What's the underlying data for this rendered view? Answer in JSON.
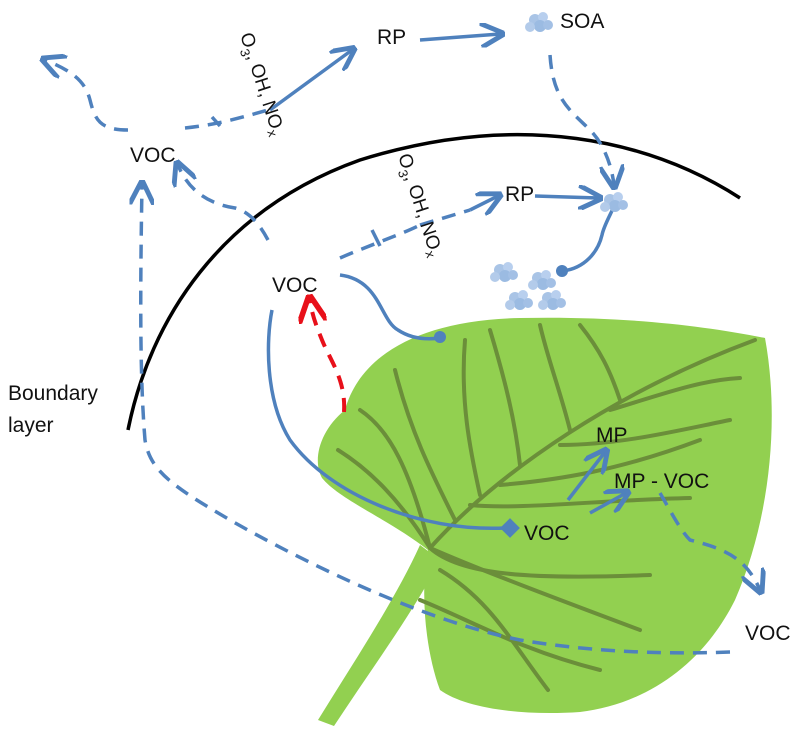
{
  "labels": {
    "voc_outer": "VOC",
    "voc_inner": "VOC",
    "voc_leaf": "VOC",
    "voc_bottom": "VOC",
    "rp_outer": "RP",
    "rp_inner": "RP",
    "soa": "SOA",
    "mp": "MP",
    "mp_voc": "MP - VOC",
    "boundary_line1": "Boundary",
    "boundary_line2": "layer",
    "oxidants_base": "O",
    "oxidants_sub": "3",
    "oxidants_rest": ", OH, NO",
    "oxidants_x": "x"
  },
  "colors": {
    "leaf": "#92d050",
    "vein": "#6b8e3a",
    "arrow": "#4f81bd",
    "soil_arrow": "#e8101a",
    "boundary": "#000000",
    "particle": "#a9c4e6"
  }
}
